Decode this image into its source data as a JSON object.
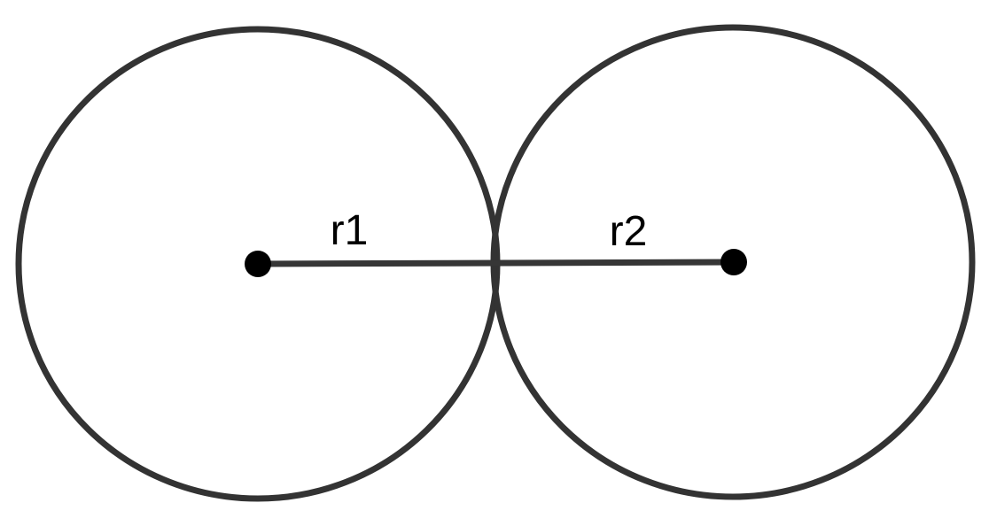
{
  "figure": {
    "type": "geometry-diagram",
    "description": "Two congruent circles touching externally, with a horizontal segment joining their centers through the tangent point; each half of the segment is a labeled radius.",
    "labels": {
      "left_radius": "r1",
      "right_radius": "r2"
    },
    "colors": {
      "background": "#ffffff",
      "circle_stroke": "#333333",
      "radius_line": "#363636",
      "center_dot": "#000000",
      "label_text": "#000000"
    }
  }
}
